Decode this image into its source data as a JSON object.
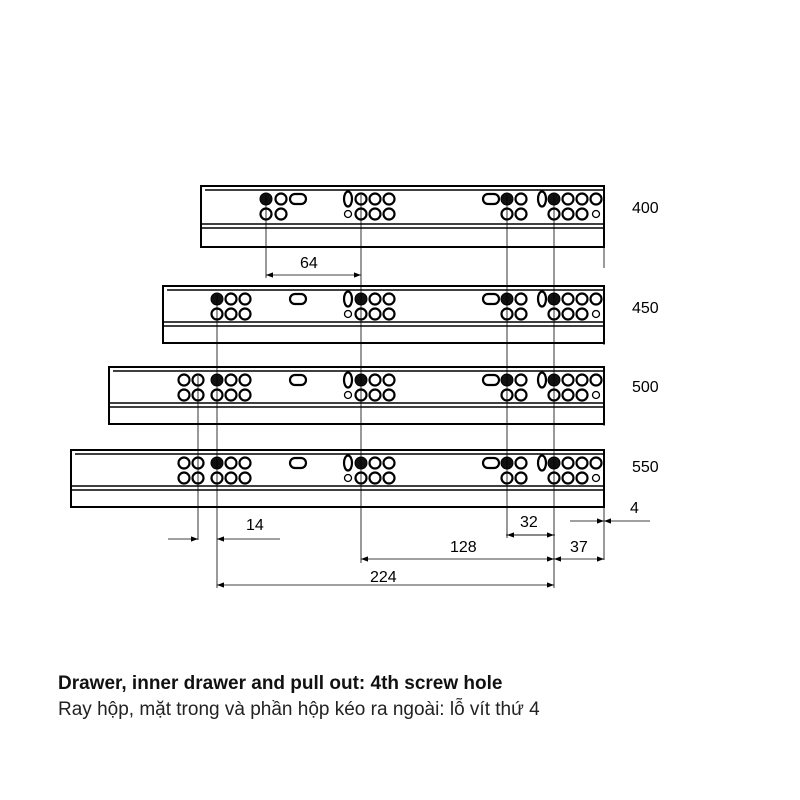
{
  "rails": [
    {
      "size_label": "400"
    },
    {
      "size_label": "450"
    },
    {
      "size_label": "500"
    },
    {
      "size_label": "550"
    }
  ],
  "dimensions": {
    "d64": "64",
    "d14": "14",
    "d32": "32",
    "d4": "4",
    "d128": "128",
    "d37": "37",
    "d224": "224"
  },
  "caption": {
    "english": "Drawer, inner drawer and pull out: 4th screw hole",
    "vietnamese": "Ray hộp, mặt trong và phần hộp kéo ra ngoài: lỗ vít thứ 4"
  },
  "colors": {
    "line": "#000000",
    "background": "#ffffff"
  }
}
